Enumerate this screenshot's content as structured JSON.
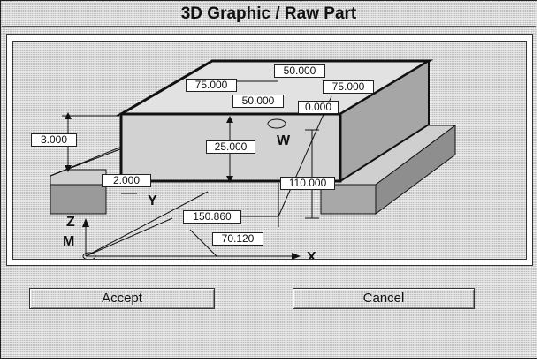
{
  "window": {
    "title": "3D Graphic / Raw Part"
  },
  "drawing": {
    "dimensions": {
      "top_width": "50.000",
      "top_depth_left": "75.000",
      "top_depth_right": "75.000",
      "front_width": "50.000",
      "offset_top": "0.000",
      "left_height": "3.000",
      "height": "25.000",
      "side_offset": "2.000",
      "side_length": "110.000",
      "origin_y": "150.860",
      "origin_x": "70.120"
    },
    "axis_labels": {
      "y": "Y",
      "z": "Z",
      "x": "X",
      "m": "M",
      "w": "W"
    }
  },
  "buttons": {
    "accept": "Accept",
    "cancel": "Cancel"
  }
}
